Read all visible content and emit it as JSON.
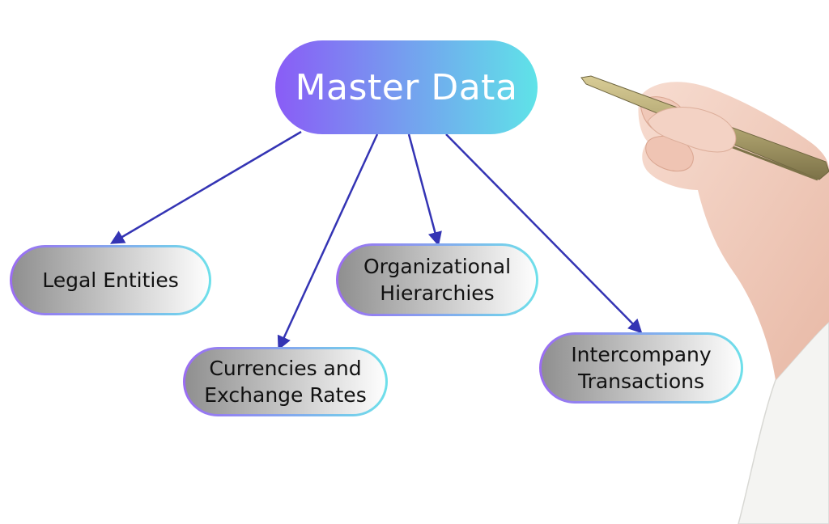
{
  "diagram": {
    "root": {
      "label": "Master Data"
    },
    "children": [
      {
        "id": "legal",
        "label": "Legal Entities"
      },
      {
        "id": "currencies",
        "label": "Currencies and\nExchange Rates"
      },
      {
        "id": "org",
        "label": "Organizational\nHierarchies"
      },
      {
        "id": "intercompany",
        "label": "Intercompany\nTransactions"
      }
    ]
  },
  "colors": {
    "root_gradient_start": "#8a5cf6",
    "root_gradient_end": "#5fe3e8",
    "child_fill_light": "#ffffff",
    "child_fill_dark": "#8e8e8e",
    "child_border_start": "#9b6cf2",
    "child_border_end": "#6ee0ea",
    "arrow": "#3434b4",
    "pen": "#b0a470",
    "skin": "#f2cfc1",
    "sleeve": "#f4f4f2"
  },
  "icons": {
    "hand": "hand-holding-pen-icon"
  }
}
